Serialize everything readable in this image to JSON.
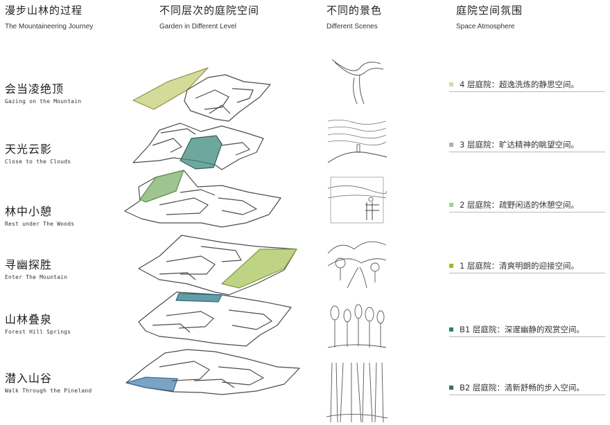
{
  "headers": [
    {
      "zh": "漫步山林的过程",
      "en": "The Mountaineering Journey"
    },
    {
      "zh": "不同层次的庭院空间",
      "en": "Garden in Different Level"
    },
    {
      "zh": "不同的景色",
      "en": "Different Scenes"
    },
    {
      "zh": "庭院空间氛围",
      "en": "Space Atmosphere"
    }
  ],
  "levels": [
    {
      "zh": "会当凌绝顶",
      "en": "Gazing on the Mountain"
    },
    {
      "zh": "天光云影",
      "en": "Close to the Clouds"
    },
    {
      "zh": "林中小憩",
      "en": "Rest under The Woods"
    },
    {
      "zh": "寻幽探胜",
      "en": "Enter The Mountain"
    },
    {
      "zh": "山林叠泉",
      "en": "Forest Hill Springs"
    },
    {
      "zh": "潜入山谷",
      "en": "Walk Through the Pineland"
    }
  ],
  "atmospheres": [
    {
      "text": "4 层庭院：超逸洗炼的静思空间。",
      "color": "#d7dca0"
    },
    {
      "text": "3 层庭院：旷达精神的眺望空间。",
      "color": "#9fb6b1"
    },
    {
      "text": "2 层庭院：疏野闲适的休憩空间。",
      "color": "#a6cd9c"
    },
    {
      "text": "1 层庭院：清爽明朗的迎接空间。",
      "color": "#9cbb2a"
    },
    {
      "text": "B1 层庭院：深邃幽静的观赏空间。",
      "color": "#2f8076"
    },
    {
      "text": "B2 层庭院：清新舒畅的步入空间。",
      "color": "#3f6f58"
    }
  ],
  "garden_colors": [
    "#c6cf77",
    "#3f8a7e",
    "#7fb069",
    "#a9c45c",
    "#2f7d8a",
    "#4f85b0"
  ]
}
